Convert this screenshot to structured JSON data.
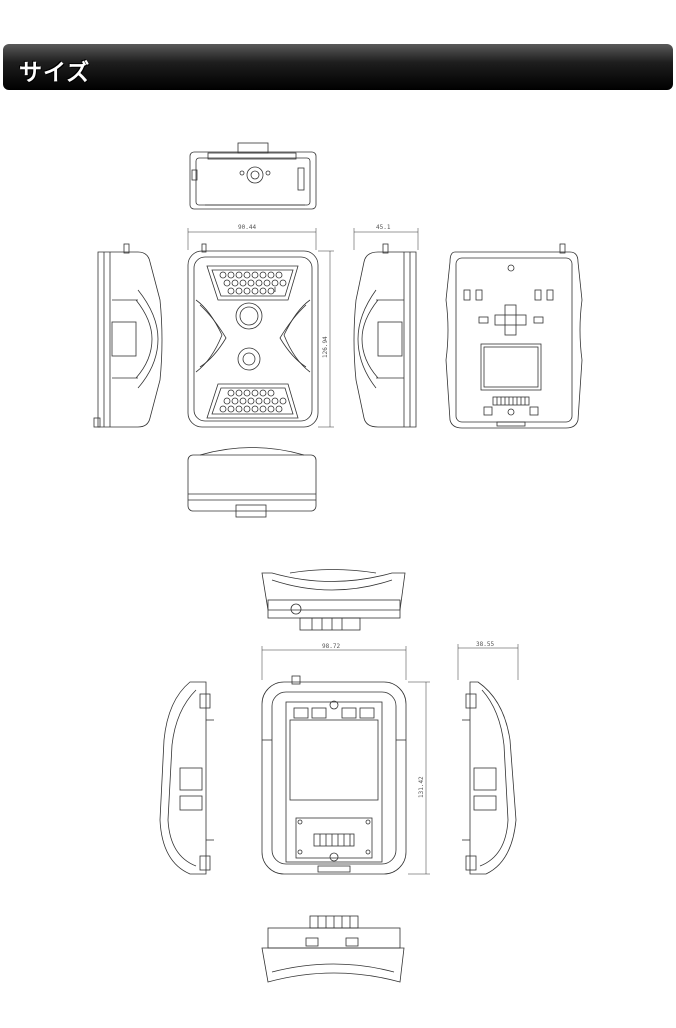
{
  "header": {
    "title": "サイズ"
  },
  "dimensions": {
    "camera_width": "90.44",
    "camera_depth": "45.1",
    "camera_height": "126.94",
    "mount_width": "98.72",
    "mount_depth": "38.55",
    "mount_height": "131.42"
  },
  "colors": {
    "line": "#333333",
    "header": "#000000"
  }
}
